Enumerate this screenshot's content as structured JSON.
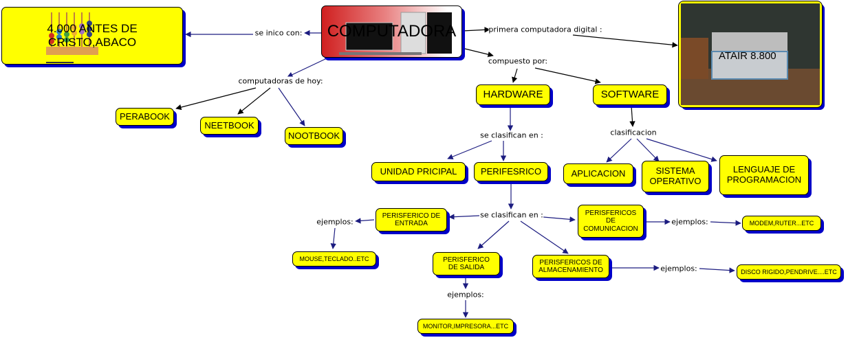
{
  "colors": {
    "node_fill": "#ffff00",
    "shadow": "#0000c8",
    "edge_navy": "#1c1c80",
    "edge_black": "#000000"
  },
  "nodes": {
    "abaco": "4.000 ANTES DE CRISTO,ABACO",
    "computadora": "COMPUTADORA",
    "atair": "ATAIR 8.800",
    "perabook": "PERABOOK",
    "neetbook": "NEETBOOK",
    "nootbook": "NOOTBOOK",
    "hardware": "HARDWARE",
    "software": "SOFTWARE",
    "unidad": "UNIDAD PRICIPAL",
    "perifesrico": "PERIFESRICO",
    "aplicacion": "APLICACION",
    "sistema": "SISTEMA OPERATIVO",
    "lenguaje": "LENGUAJE DE PROGRAMACION",
    "entrada": "PERISFERICO DE ENTRADA",
    "comunicacion": "PERISFERICOS DE COMUNICACION",
    "salida": "PERISFERICO DE SALIDA",
    "almacenamiento": "PERISFERICOS DE ALMACENAMIENTO",
    "mouse": "MOUSE,TECLADO..ETC",
    "modem": "MODEM,RUTER...ETC",
    "monitor": "MONITOR,IMPRESORA...ETC",
    "disco": "DISCO RIGIDO,PENDRIVE....ETC"
  },
  "links": {
    "inico": "se inico con:",
    "primera": "primera computadora digital :",
    "compuesto": "compuesto por:",
    "hoy": "computadoras de hoy:",
    "clasifican1": "se clasifican en :",
    "clasificacion": "clasificacion",
    "clasifican2": "se clasifican en :",
    "ejemplos_entrada": "ejemplos:",
    "ejemplos_comunicacion": "ejemplos:",
    "ejemplos_almacenamiento": "ejemplos:",
    "ejemplos_salida": "ejemplos:"
  }
}
